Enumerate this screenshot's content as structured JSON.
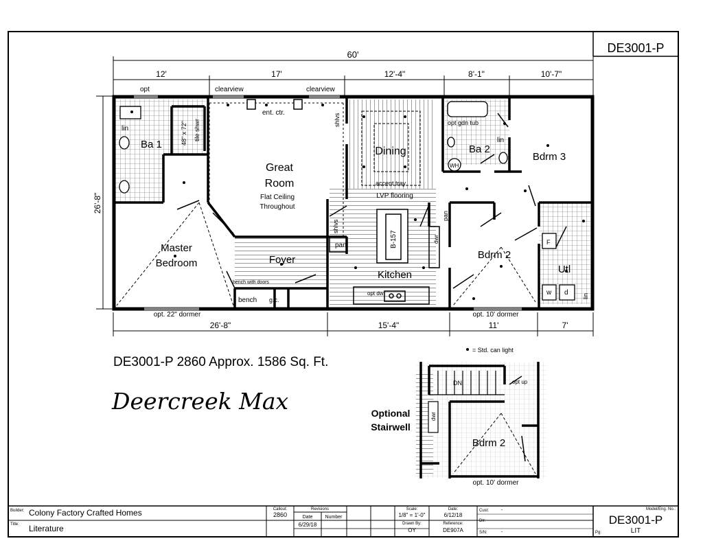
{
  "sheet": {
    "model_code": "DE3001-P",
    "headline": "DE3001-P 2860  Approx. 1586 Sq. Ft.",
    "model_name": "Deercreek Max"
  },
  "dimensions": {
    "overall": "60'",
    "top": [
      "12'",
      "17'",
      "12'-4\"",
      "8'-1\"",
      "10'-7\""
    ],
    "bottom": [
      "26'-8\"",
      "15'-4\"",
      "11'",
      "7'"
    ],
    "left": "26'-8\""
  },
  "rooms": {
    "bath1": "Ba 1",
    "shower": "48\" x 72\"",
    "shower2": "tile shwr",
    "linen1": "lin",
    "great_room_1": "Great",
    "great_room_2": "Room",
    "great_room_3": "Flat Ceiling",
    "great_room_4": "Throughout",
    "ent_ctr": "ent. ctr.",
    "dining": "Dining",
    "accent_tray": "accent tray",
    "lvp": "LVP flooring",
    "shlvs_top": "shlvs",
    "shlvs_mid": "shlvs",
    "bath2": "Ba 2",
    "wh": "WH",
    "lin2": "lin",
    "gdn_tub": "opt gdn tub",
    "bdrm3": "Bdrm 3",
    "master_1": "Master",
    "master_2": "Bedroom",
    "foyer": "Foyer",
    "bench_doors": "bench with doors",
    "bench": "bench",
    "gc": "g.c.",
    "pan1": "pan",
    "pan2": "pan",
    "island": "B-157",
    "kitchen": "Kitchen",
    "opt_dw": "opt dw",
    "dwr": "dwr",
    "bdrm2": "Bdrm 2",
    "utl": "Utl",
    "washer": "w",
    "dryer": "d",
    "lin3": "lin",
    "furnace": "F",
    "opt_top": "opt",
    "clearview_1": "clearview",
    "clearview_2": "clearview",
    "dormer_22": "opt. 22\" dormer",
    "dormer_10": "opt. 10' dormer"
  },
  "inset": {
    "legend": "= Std. can light",
    "title_1": "Optional",
    "title_2": "Stairwell",
    "dn": "DN",
    "opt_up": "opt up",
    "dwr": "dwr",
    "bdrm2": "Bdrm 2",
    "dormer": "opt. 10' dormer"
  },
  "title_block": {
    "builder_label": "Builder:",
    "builder": "Colony Factory Crafted Homes",
    "title_label": "Title:",
    "title": "Literature",
    "callout_label": "Callout:",
    "callout": "2860",
    "revisions_label": "Revisions",
    "date_col": "Date",
    "number_col": "Number",
    "rev_date": "6/29/18",
    "scale_label": "Scale:",
    "scale": "1/8\" = 1'-0\"",
    "drawn_label": "Drawn By:",
    "drawn": "OY",
    "date_label": "Date:",
    "date": "6/12/18",
    "ref_label": "Reference:",
    "ref": "DE907A",
    "cust_label": "Cust:",
    "cust": "-",
    "dlr_label": "Dlr:",
    "dlr": "-",
    "sn_label": "S/N:",
    "sn": "-",
    "model_label": "Model/Eng. No.:",
    "model": "DE3001-P",
    "pg_label": "Pg:",
    "pg": "LIT"
  }
}
